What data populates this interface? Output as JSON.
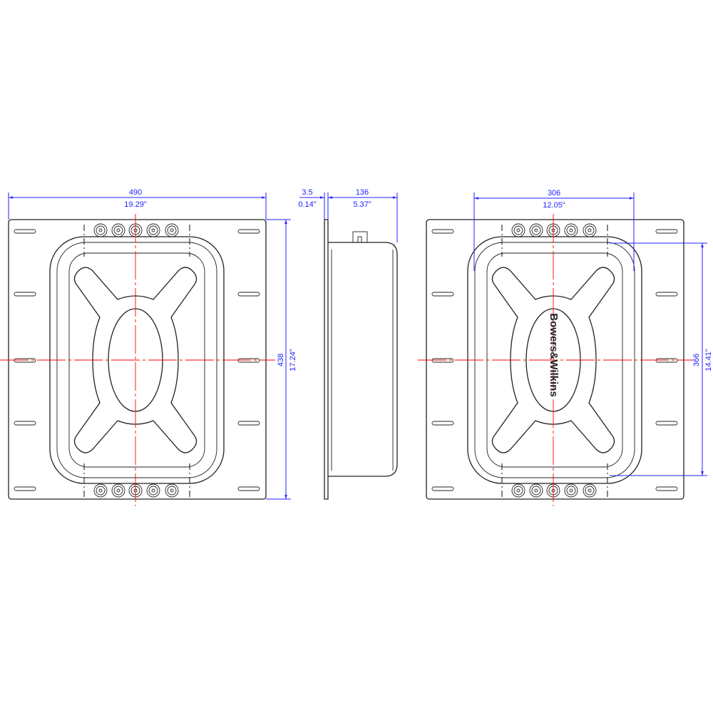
{
  "front_view": {
    "width_mm": "490",
    "width_in": "19.29\"",
    "height_mm": "438",
    "height_in": "17.24\""
  },
  "side_view": {
    "flange_mm": "3.5",
    "flange_in": "0.14\"",
    "depth_mm": "136",
    "depth_in": "5.37\""
  },
  "rear_view": {
    "cutout_width_mm": "306",
    "cutout_width_in": "12.05\"",
    "cutout_height_mm": "366",
    "cutout_height_in": "14.41\"",
    "logo_text": "Bowers&Wilkins"
  },
  "colors": {
    "dimension": "#2222ff",
    "centerline": "#ff0000",
    "outline": "#222222"
  }
}
